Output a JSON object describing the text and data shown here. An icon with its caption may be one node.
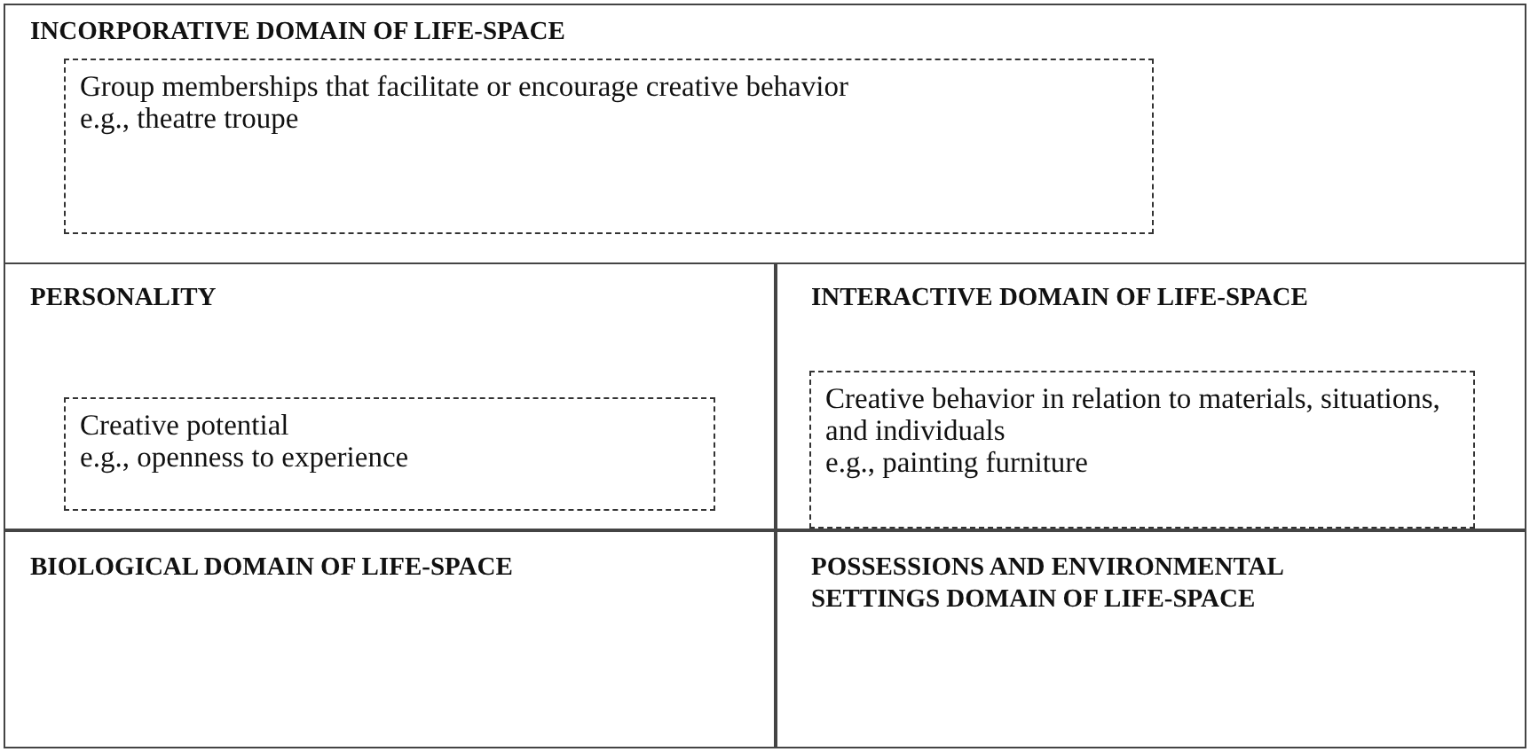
{
  "diagram": {
    "nodes": [
      {
        "text": [
          "INCORPORATIVE DOMAIN OF LIFE-SPACE"
        ]
      },
      {
        "text": [
          "Group memberships that facilitate or encourage creative behavior",
          "e.g., theatre troupe"
        ],
        "in": 0
      },
      {
        "text": [
          "PERSONALITY"
        ]
      },
      {
        "text": [
          "Creative potential",
          "e.g., openness to experience"
        ],
        "in": 2
      },
      {
        "text": [
          "INTERACTIVE DOMAIN OF LIFE-SPACE"
        ]
      },
      {
        "text": [
          "Creative behavior in relation to materials, situations, and individuals",
          "e.g., painting furniture"
        ],
        "in": 4
      },
      {
        "text": [
          "BIOLOGICAL DOMAIN OF LIFE-SPACE"
        ]
      },
      {
        "text": [
          "POSSESSIONS AND ENVIRONMENTAL SETTINGS DOMAIN OF LIFE-SPACE"
        ]
      }
    ]
  }
}
